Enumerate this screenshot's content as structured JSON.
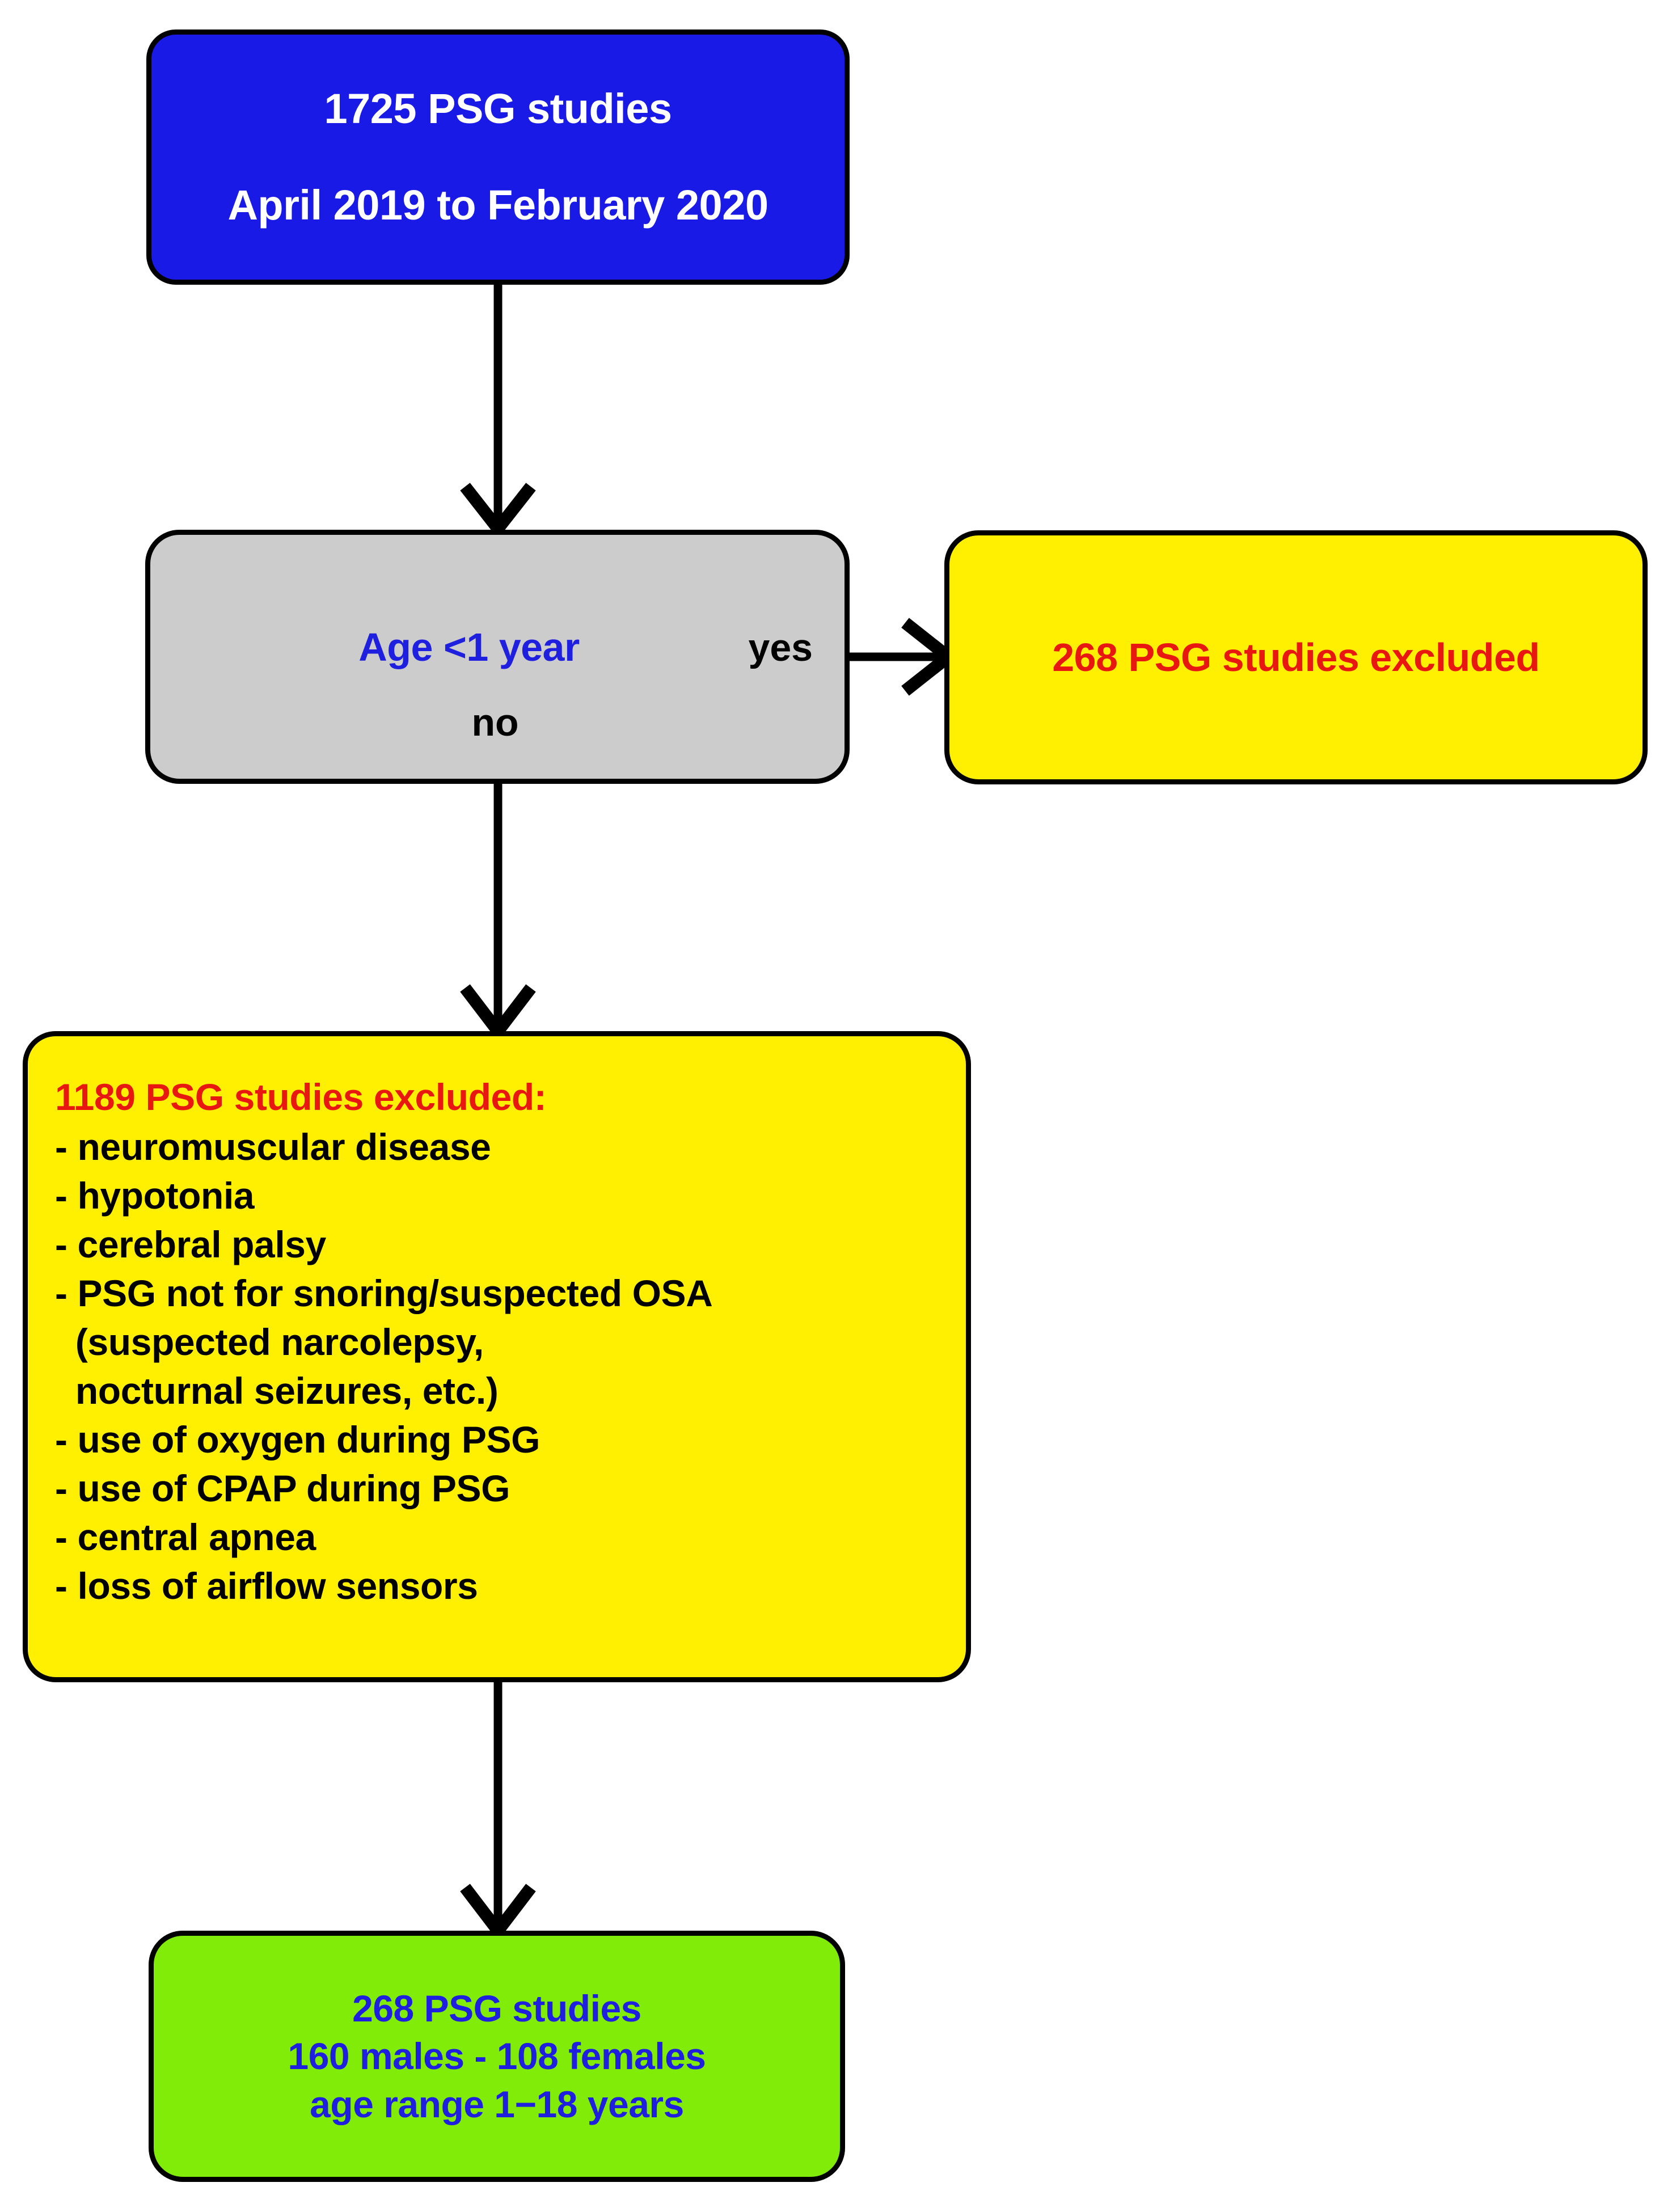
{
  "diagram": {
    "type": "flowchart",
    "title": "PSG study selection flow",
    "colors": {
      "source_box": "#1a1ae6",
      "decision_box": "#cccccc",
      "excluded_box": "#ffef00",
      "included_box": "#80ec07",
      "excluded_text": "#e8170f",
      "accent_blue_text": "#1f1fe0",
      "border": "#000000",
      "white_text": "#ffffff"
    },
    "nodes": {
      "source": {
        "line1": "1725 PSG studies",
        "line2": "April 2019 to February 2020"
      },
      "decision": {
        "question": "Age <1 year",
        "yes_label": "yes",
        "no_label": "no"
      },
      "excluded_age": {
        "text": "268 PSG studies excluded"
      },
      "exclusions": {
        "heading": "1189 PSG studies excluded:",
        "items": [
          "- neuromuscular disease",
          "- hypotonia",
          "- cerebral palsy",
          "- PSG not for snoring/suspected OSA",
          "  (suspected narcolepsy,",
          "  nocturnal seizures, etc.)",
          "- use of oxygen during PSG",
          "- use of CPAP during PSG",
          "- central apnea",
          "- loss of airflow sensors"
        ]
      },
      "included": {
        "line1": "268 PSG studies",
        "line2": "160 males - 108 females",
        "line3": "age range 1−18 years"
      }
    },
    "edges": [
      {
        "from": "source",
        "to": "decision",
        "label": "",
        "direction": "down"
      },
      {
        "from": "decision",
        "to": "excluded_age",
        "label": "yes",
        "direction": "right"
      },
      {
        "from": "decision",
        "to": "exclusions",
        "label": "no",
        "direction": "down"
      },
      {
        "from": "exclusions",
        "to": "included",
        "label": "",
        "direction": "down"
      }
    ]
  }
}
